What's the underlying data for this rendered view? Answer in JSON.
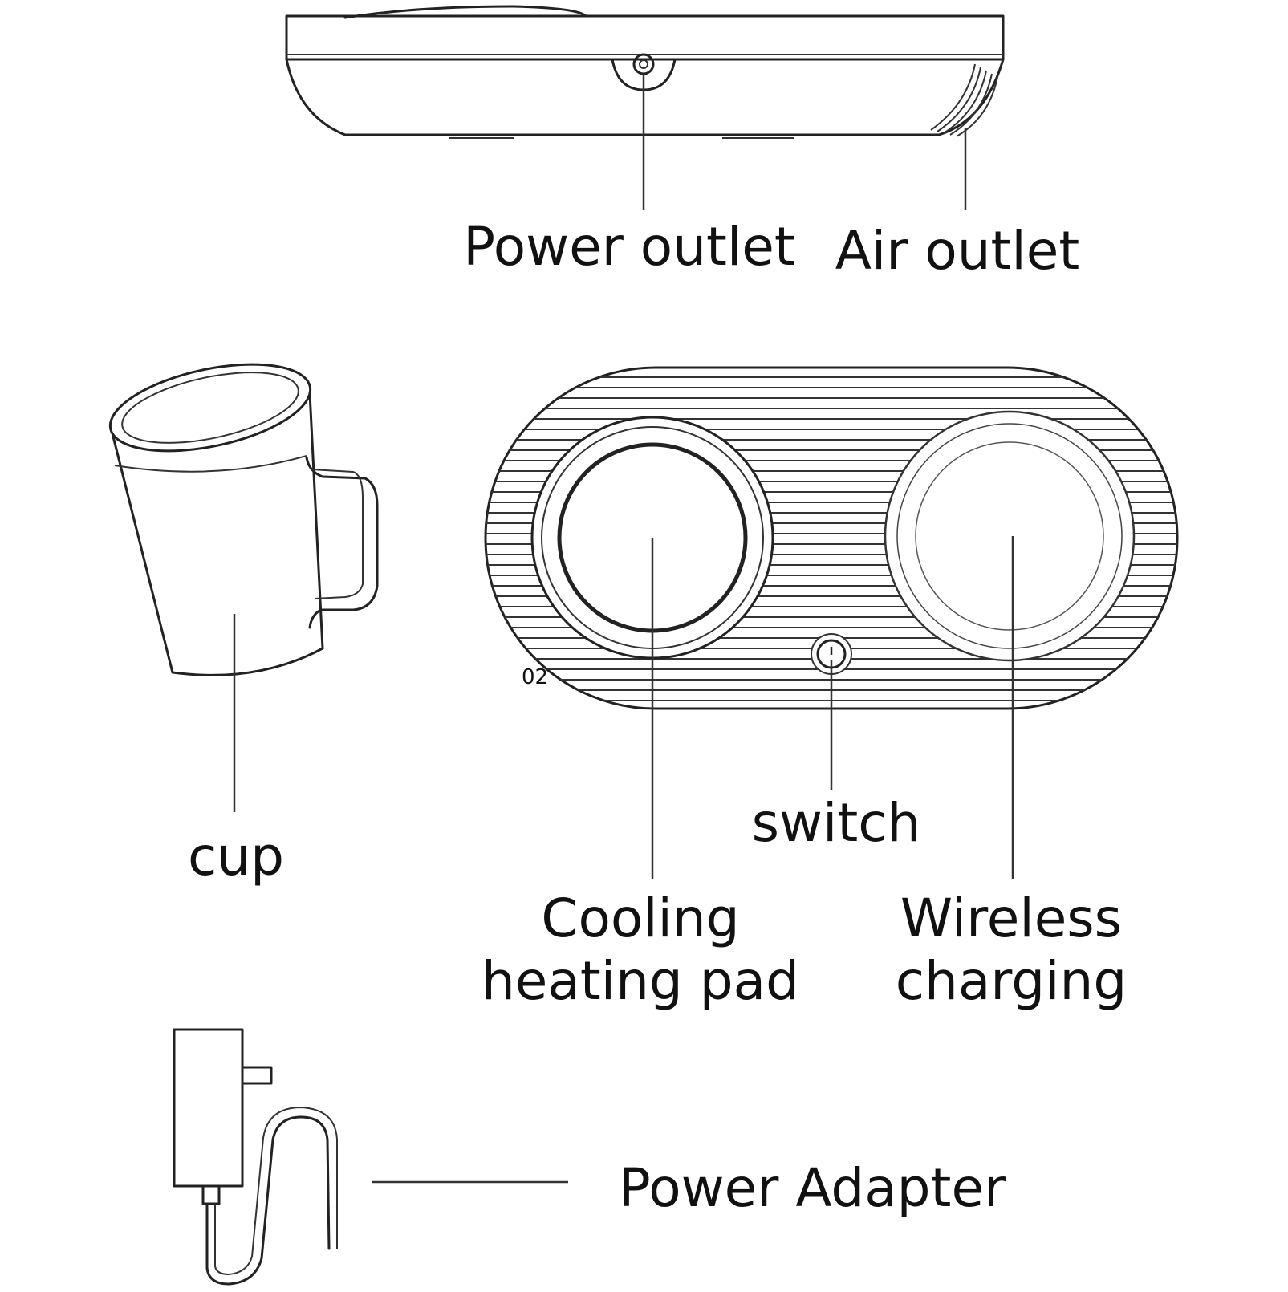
{
  "labels": {
    "power_outlet": "Power outlet",
    "air_outlet": "Air outlet",
    "cup": "cup",
    "switch": "switch",
    "cooling_line1": "Cooling",
    "cooling_line2": "heating pad",
    "wireless_line1": "Wireless",
    "wireless_line2": "charging",
    "power_adapter": "Power Adapter",
    "model_mark": "02"
  },
  "colors": {
    "ink": "#222222",
    "background": "#ffffff"
  }
}
